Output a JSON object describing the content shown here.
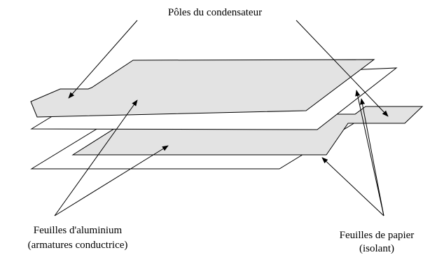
{
  "labels": {
    "poles": "Pôles du condensateur",
    "aluminium_line1": "Feuilles d'aluminium",
    "aluminium_line2": "(armatures conductrice)",
    "paper_line1": "Feuilles de papier",
    "paper_line2": "(isolant)"
  },
  "colors": {
    "aluminium_fill": "#e3e3e3",
    "paper_fill": "#ffffff",
    "stroke": "#000000"
  }
}
